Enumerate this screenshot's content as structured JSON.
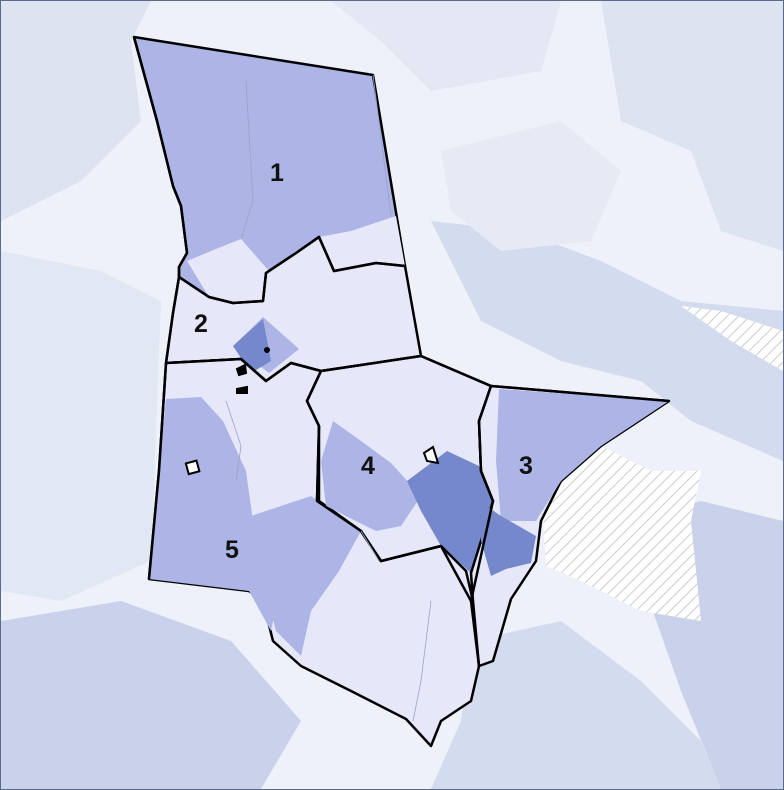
{
  "map": {
    "districts": [
      {
        "id": "1",
        "label": "1"
      },
      {
        "id": "2",
        "label": "2"
      },
      {
        "id": "3",
        "label": "3"
      },
      {
        "id": "4",
        "label": "4"
      },
      {
        "id": "5",
        "label": "5"
      }
    ],
    "colors": {
      "background_light": "#eef1f9",
      "background_mid": "#dde3f1",
      "background_dark": "#c9d2ea",
      "fill_lightest": "#e6e8fa",
      "fill_medium": "#adb4e6",
      "fill_strong": "#8fa0da",
      "fill_darkest": "#7688cc",
      "border": "#000000",
      "hatched_region": "#bbbbbb"
    }
  }
}
